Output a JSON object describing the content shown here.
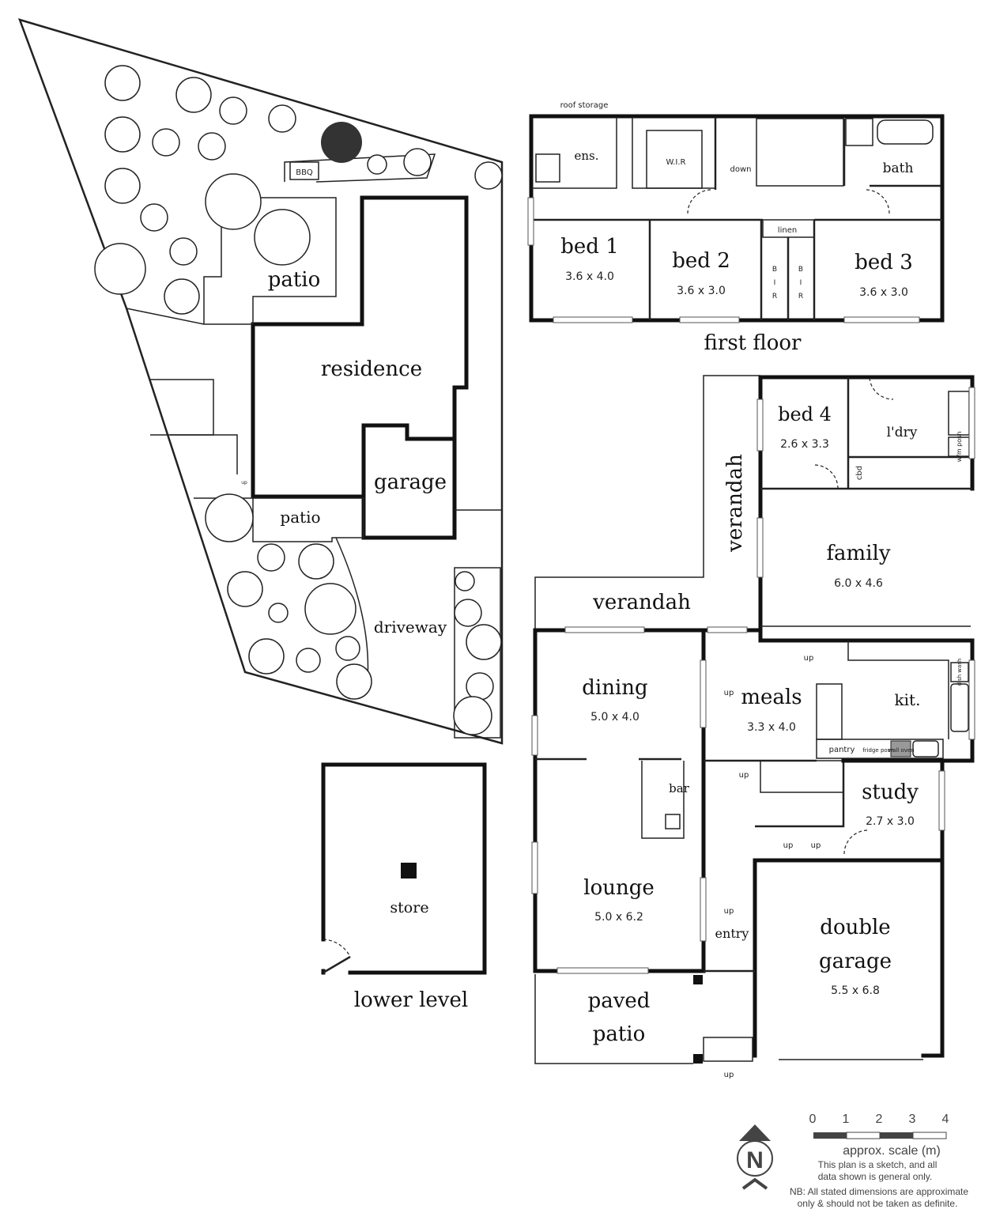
{
  "site": {
    "bbq": "BBQ",
    "patio_top": "patio",
    "residence": "residence",
    "garage": "garage",
    "patio_side": "patio",
    "driveway": "driveway",
    "up": "up"
  },
  "first_floor": {
    "label": "first floor",
    "roof_storage": "roof storage",
    "ens": "ens.",
    "wir": "W.I.R",
    "down": "down",
    "bath": "bath",
    "linen": "linen",
    "bir": [
      "B",
      "I",
      "R"
    ],
    "bed1": {
      "name": "bed 1",
      "dims": "3.6 x 4.0"
    },
    "bed2": {
      "name": "bed 2",
      "dims": "3.6 x 3.0"
    },
    "bed3": {
      "name": "bed 3",
      "dims": "3.6 x 3.0"
    }
  },
  "ground_floor": {
    "bed4": {
      "name": "bed 4",
      "dims": "2.6 x 3.3"
    },
    "ldry": "l'dry",
    "cbd": "cbd",
    "wm_posn": "w/m posn",
    "verandah_v": "verandah",
    "verandah_h": "verandah",
    "family": {
      "name": "family",
      "dims": "6.0 x 4.6"
    },
    "dining": {
      "name": "dining",
      "dims": "5.0 x 4.0"
    },
    "meals": {
      "name": "meals",
      "dims": "3.3 x 4.0"
    },
    "kit": "kit.",
    "dish_wash": "dish wash",
    "pantry": "pantry",
    "fridge_posn": "fridge posn",
    "wall_oven": "wall oven",
    "bar": "bar",
    "study": {
      "name": "study",
      "dims": "2.7 x 3.0"
    },
    "lounge": {
      "name": "lounge",
      "dims": "5.0 x 6.2"
    },
    "entry": "entry",
    "double_garage": {
      "name1": "double",
      "name2": "garage",
      "dims": "5.5 x 6.8"
    },
    "paved_patio": {
      "line1": "paved",
      "line2": "patio"
    },
    "up": "up"
  },
  "lower_level": {
    "label": "lower level",
    "store": "store"
  },
  "legend": {
    "north": "N",
    "scale_ticks": [
      "0",
      "1",
      "2",
      "3",
      "4"
    ],
    "scale_label": "approx. scale (m)",
    "note1": "This plan is a sketch, and all",
    "note2": "data shown is general only.",
    "nb1": "NB: All stated dimensions are approximate",
    "nb2": "only & should not be taken as definite."
  }
}
